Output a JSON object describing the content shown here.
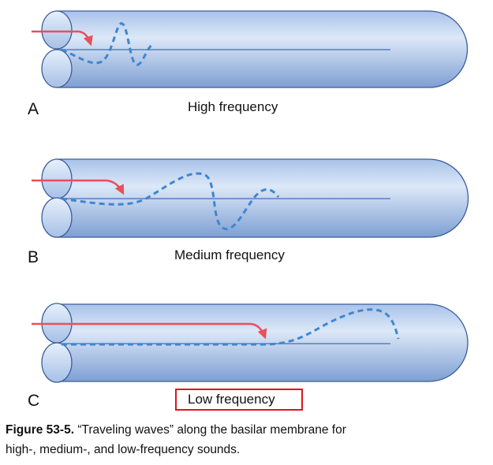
{
  "panels": [
    {
      "letter": "A",
      "label": "High frequency"
    },
    {
      "letter": "B",
      "label": "Medium frequency"
    },
    {
      "letter": "C",
      "label": "Low frequency"
    }
  ],
  "caption": {
    "figure_number": "Figure 53-5.",
    "text_line1": "“Traveling waves” along the basilar membrane for",
    "text_line2": "high-, medium-, and low-frequency sounds."
  },
  "colors": {
    "tube_fill_light": "#dce8f8",
    "tube_fill_dark": "#7e9fd3",
    "tube_outline": "#3c5d9b",
    "arrow": "#e8505b",
    "wave": "#3f86cf",
    "membrane_line": "#5a7fc0",
    "highlight_box": "#e0151c"
  }
}
